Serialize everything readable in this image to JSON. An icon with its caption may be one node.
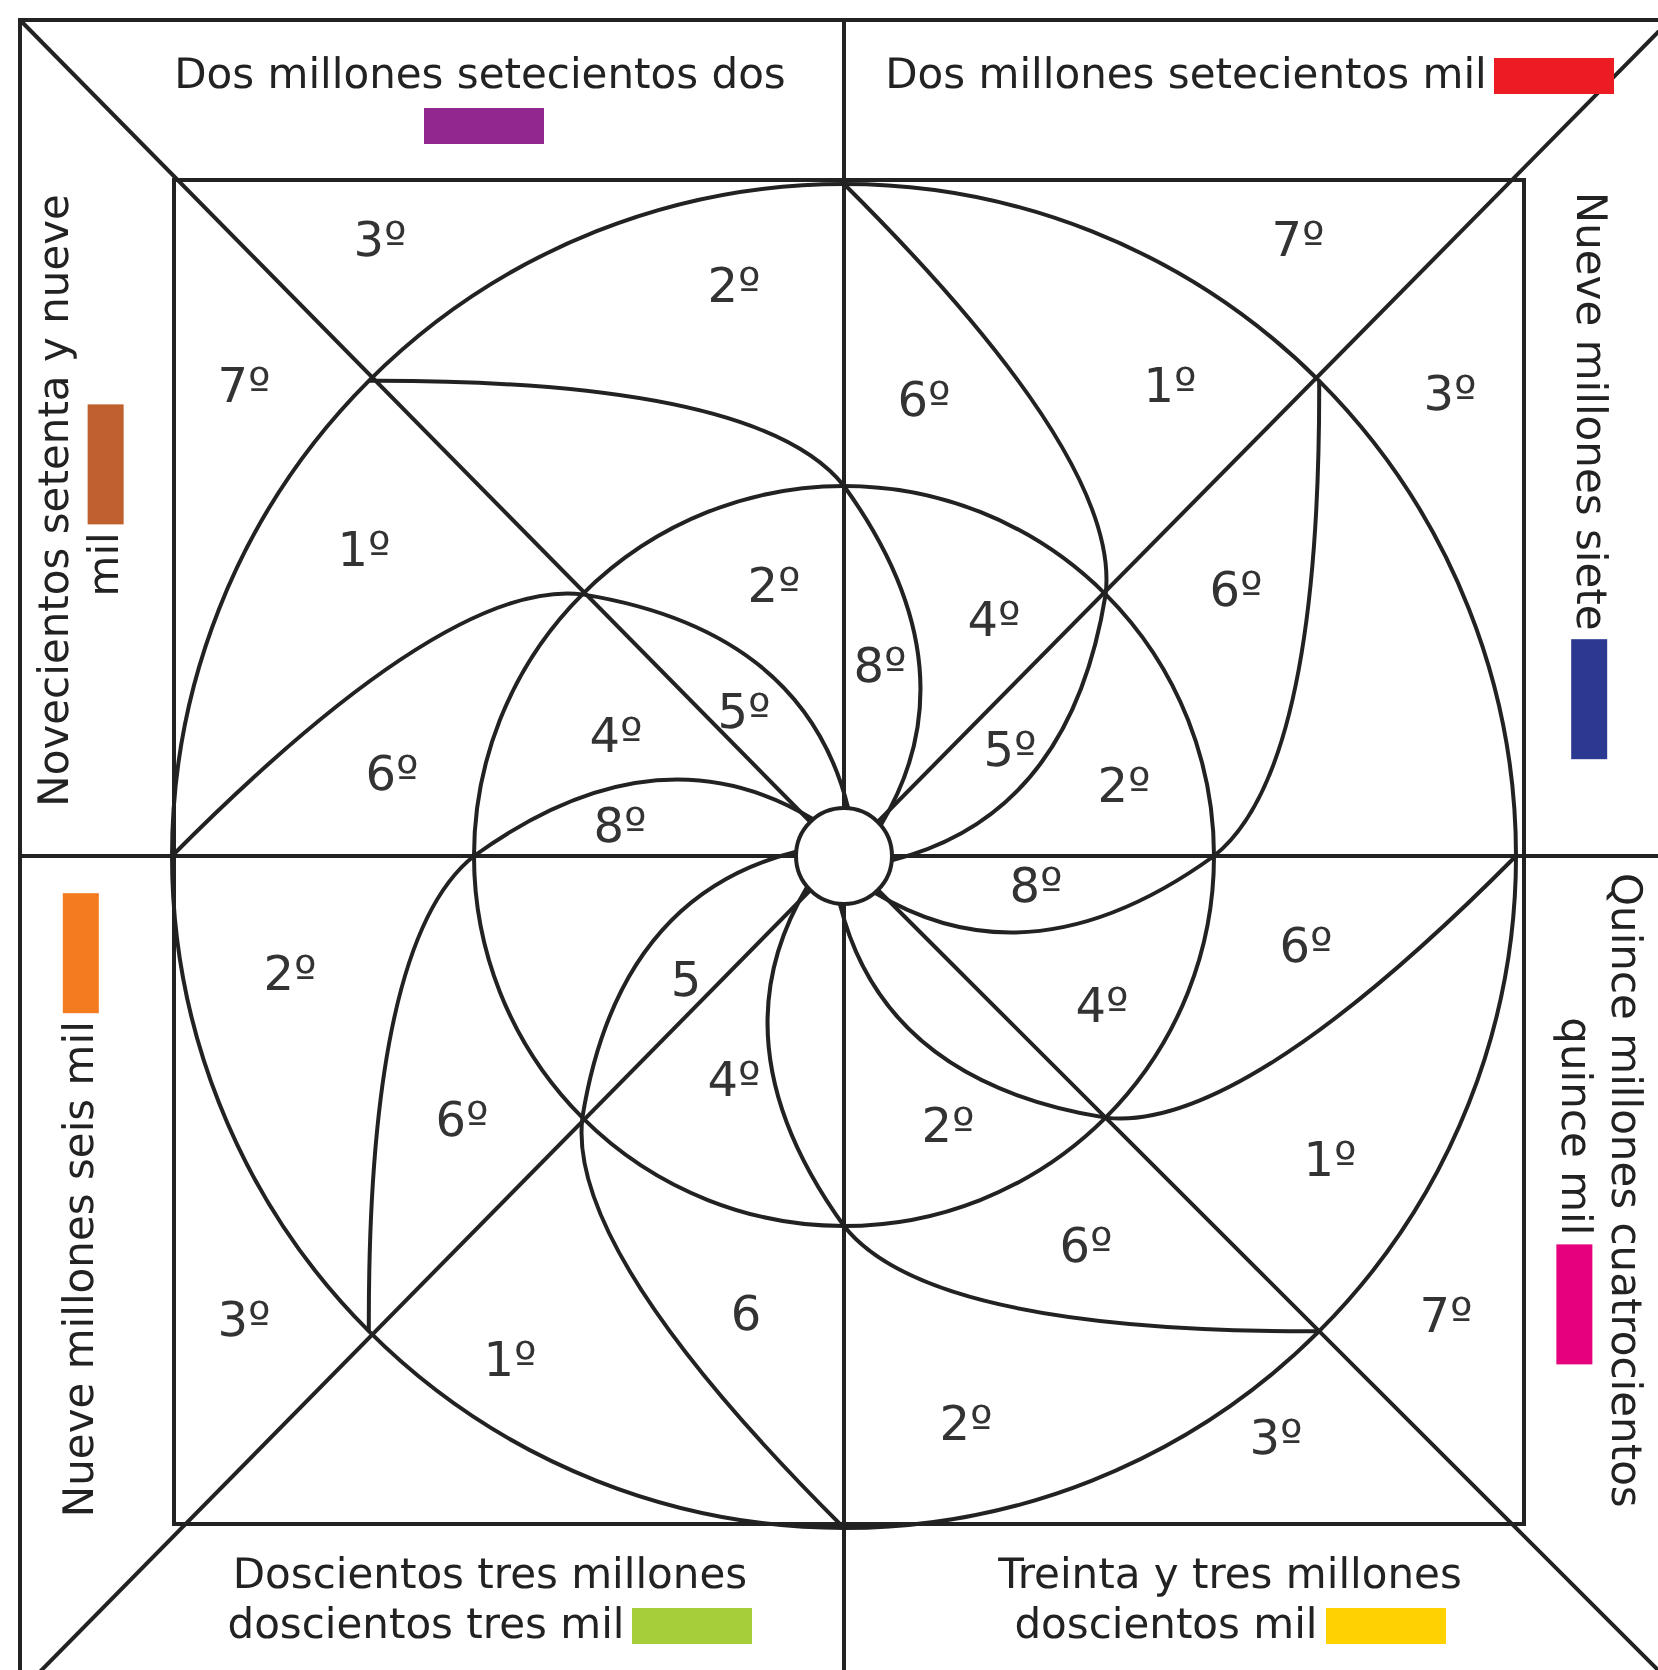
{
  "diagram": {
    "labels": [
      "3º",
      "2º",
      "7º",
      "7º",
      "6º",
      "1º",
      "3º",
      "1º",
      "2º",
      "6º",
      "4º",
      "8º",
      "5º",
      "4º",
      "6º",
      "5º",
      "2º",
      "8º",
      "8º",
      "2º",
      "6º",
      "4º",
      "5",
      "4º",
      "6º",
      "2º",
      "1º",
      "6º",
      "3º",
      "6",
      "7º",
      "1º",
      "2º",
      "3º"
    ],
    "legend": [
      {
        "text": "Dos millones setecientos dos",
        "color": "#92278f"
      },
      {
        "text": "Dos millones setecientos mil",
        "color": "#ed1c24"
      },
      {
        "text": "Novecientos setenta y nueve mil",
        "color": "#c1602f"
      },
      {
        "text": "Nueve millones siete",
        "color": "#2b3990"
      },
      {
        "text": "Nueve millones seis mil",
        "color": "#f47b20"
      },
      {
        "text": "Quince millones cuatrocientos quince mil",
        "color": "#e6007e"
      },
      {
        "text": "Doscientos tres millones doscientos tres mil",
        "color": "#a6ce39"
      },
      {
        "text": "Treinta y tres millones doscientos mil",
        "color": "#ffd200"
      }
    ]
  }
}
